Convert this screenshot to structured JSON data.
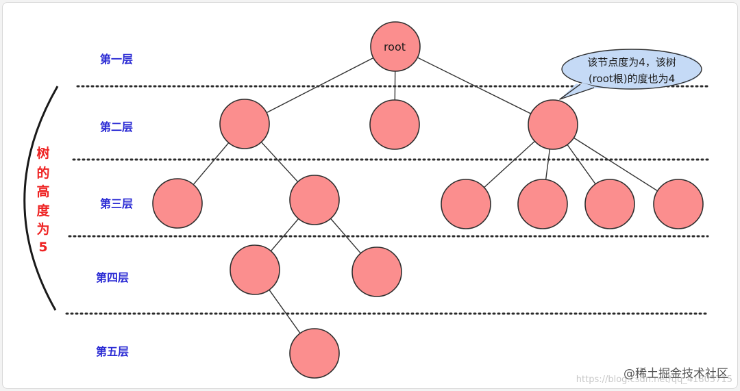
{
  "levels": [
    {
      "label": "第一层"
    },
    {
      "label": "第二层"
    },
    {
      "label": "第三层"
    },
    {
      "label": "第四层"
    },
    {
      "label": "第五层"
    }
  ],
  "tree_height_label": [
    "树",
    "的",
    "高",
    "度",
    "为",
    "5"
  ],
  "root_label": "root",
  "callout": {
    "line1": "该节点度为4，该树",
    "line2": "(root根)的度也为4"
  },
  "watermark": {
    "main": "@稀土掘金技术社区",
    "faint": "https://blog.csdn.net/qq_41805715"
  },
  "colors": {
    "node_fill": "#fb8e8e",
    "node_stroke": "#2f2f2f",
    "level_label": "#2b2bd4",
    "height_label": "#ee2222",
    "callout_fill": "#c5daf6",
    "callout_stroke": "#2f2f2f"
  }
}
